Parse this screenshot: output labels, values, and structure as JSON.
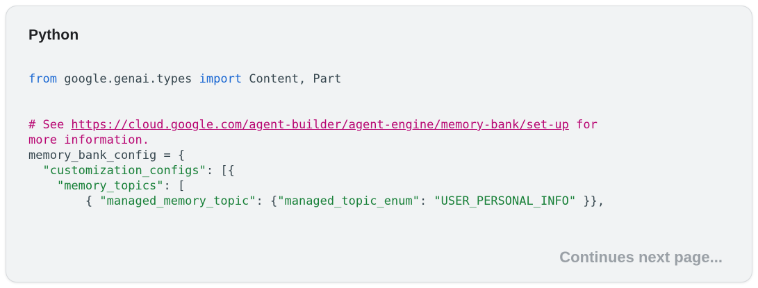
{
  "card": {
    "title": "Python",
    "footer_note": "Continues next page..."
  },
  "colors": {
    "card_background": "#f1f3f4",
    "card_border": "#d6d9dc",
    "title_text": "#202124",
    "code_plain": "#37474f",
    "code_keyword": "#1967d2",
    "code_string": "#188038",
    "code_comment": "#b80672",
    "footer_text": "#9aa0a6"
  },
  "code": {
    "language": "python",
    "link_url": "https://cloud.google.com/agent-builder/agent-engine/memory-bank/set-up",
    "lines": [
      [
        {
          "t": "from",
          "c": "kw"
        },
        {
          "t": " google.genai.types ",
          "c": "plain"
        },
        {
          "t": "import",
          "c": "kw"
        },
        {
          "t": " Content, Part",
          "c": "plain"
        }
      ],
      [],
      [],
      [
        {
          "t": "# See ",
          "c": "comment"
        },
        {
          "t": "https://cloud.google.com/agent-builder/agent-engine/memory-bank/set-up",
          "c": "comment-link"
        },
        {
          "t": " for",
          "c": "comment"
        }
      ],
      [
        {
          "t": "more information.",
          "c": "comment"
        }
      ],
      [
        {
          "t": "memory_bank_config = {",
          "c": "plain"
        }
      ],
      [
        {
          "t": "  ",
          "c": "plain"
        },
        {
          "t": "\"customization_configs\"",
          "c": "string"
        },
        {
          "t": ": [{",
          "c": "plain"
        }
      ],
      [
        {
          "t": "    ",
          "c": "plain"
        },
        {
          "t": "\"memory_topics\"",
          "c": "string"
        },
        {
          "t": ": [",
          "c": "plain"
        }
      ],
      [
        {
          "t": "        { ",
          "c": "plain"
        },
        {
          "t": "\"managed_memory_topic\"",
          "c": "string"
        },
        {
          "t": ": {",
          "c": "plain"
        },
        {
          "t": "\"managed_topic_enum\"",
          "c": "string"
        },
        {
          "t": ": ",
          "c": "plain"
        },
        {
          "t": "\"USER_PERSONAL_INFO\"",
          "c": "string"
        },
        {
          "t": " }},",
          "c": "plain"
        }
      ]
    ]
  }
}
